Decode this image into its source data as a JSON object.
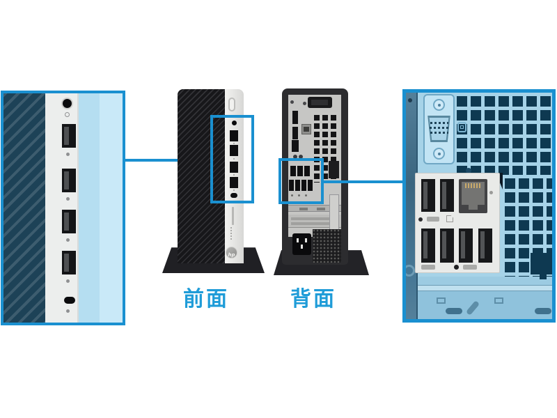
{
  "figure": {
    "description_labels": {
      "front": "前面",
      "back": "背面"
    },
    "logo": {
      "text": "hp"
    },
    "colors": {
      "accent_blue": "#1a90d0",
      "label_blue": "#1f9cd8",
      "left_callout_bg": "#b5def1",
      "right_callout_bg": "#a6d3e8",
      "chassis_black": "#17171a",
      "rear_panel_silver": "#c6c6c4"
    },
    "front_callout_ports": {
      "items": [
        {
          "icon": "headset-jack-icon",
          "type": "audio-combo-jack"
        },
        {
          "icon": "usb-icon",
          "type": "usb-a"
        },
        {
          "icon": "usb-icon",
          "type": "usb-a"
        },
        {
          "icon": "usb-icon",
          "type": "usb-a"
        },
        {
          "icon": "usb-icon",
          "type": "usb-a"
        },
        {
          "icon": "usb-c-icon",
          "type": "usb-c"
        }
      ]
    },
    "rear_callout_ports": {
      "items": [
        {
          "icon": "vga-icon",
          "type": "vga"
        },
        {
          "icon": "usb-icon",
          "type": "usb-a"
        },
        {
          "icon": "usb-icon",
          "type": "usb-a"
        },
        {
          "icon": "ethernet-icon",
          "type": "rj45-lan"
        },
        {
          "icon": "usb3-icon",
          "type": "usb-a"
        },
        {
          "icon": "usb3-icon",
          "type": "usb-a"
        },
        {
          "icon": "usb3-icon",
          "type": "usb-a"
        },
        {
          "icon": "usb3-icon",
          "type": "usb-a"
        }
      ]
    }
  }
}
